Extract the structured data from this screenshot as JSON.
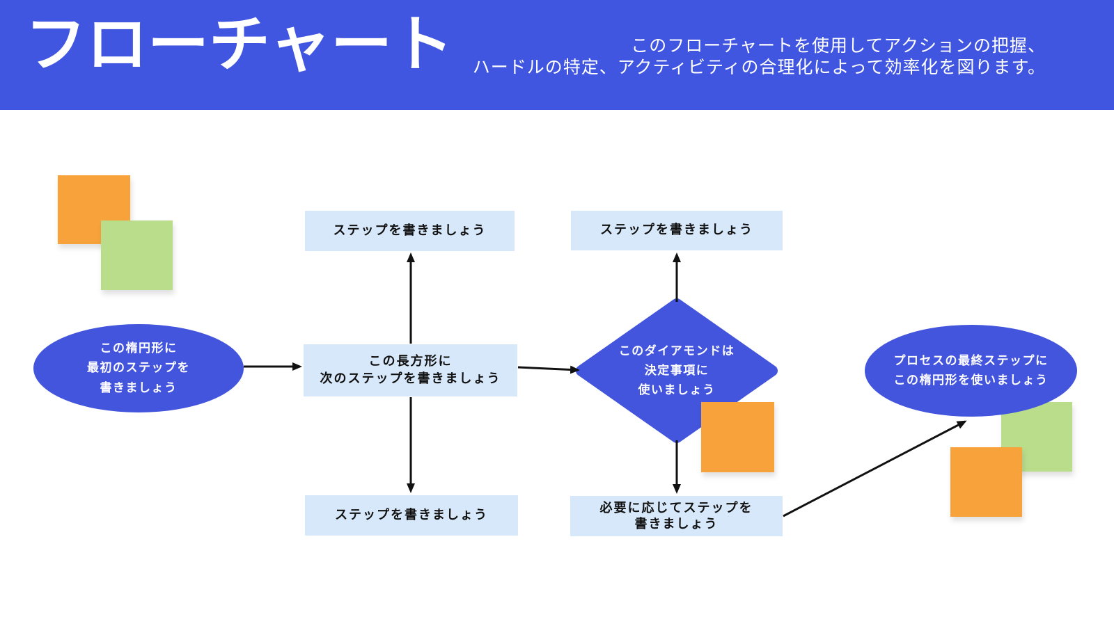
{
  "header": {
    "title": "フローチャート",
    "subtitle_line1": "このフローチャートを使用してアクションの把握、",
    "subtitle_line2": "ハードルの特定、アクティビティの合理化によって効率化を図ります。"
  },
  "shapes": {
    "start_ellipse": "この楕円形に\n最初のステップを\n書きましょう",
    "step_top_middle": "ステップを書きましょう",
    "process_rect": "この長方形に\n次のステップを書きましょう",
    "step_bottom_middle": "ステップを書きましょう",
    "step_top_right": "ステップを書きましょう",
    "decision_diamond": "このダイアモンドは\n決定事項に\n使いましょう",
    "step_bottom_right": "必要に応じてステップを\n書きましょう",
    "end_ellipse": "プロセスの最終ステップに\nこの楕円形を使いましょう"
  },
  "colors": {
    "header_bg": "#4156e0",
    "header_text": "#ffffff",
    "shape_blue": "#4355dc",
    "shape_text": "#fdfdff",
    "light_blue": "#d6e8fa",
    "orange": "#f7a23b",
    "green": "#badd8c",
    "ink": "#111111"
  }
}
